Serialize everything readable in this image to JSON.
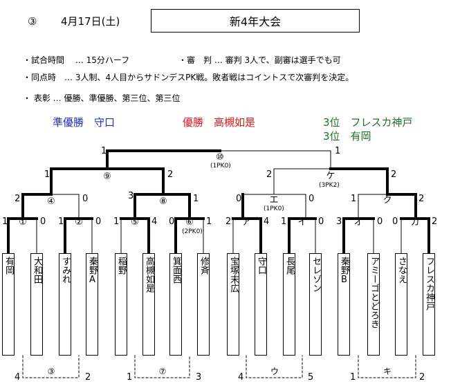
{
  "header": {
    "number": "③",
    "date": "4月17日(土)",
    "title": "新4年大会"
  },
  "rules": {
    "line1a": "・試合時間　 … 15分ハーフ",
    "line1b": "・審　判 … 審判 3人で、副審は選手でも可",
    "line2": "・同点時　… 3人制、4人目からサドンデスPK戦。敗者戦はコイントスで次審判を決定。",
    "line3": "・ 表彰 … 優勝、準優勝、第三位、第三位"
  },
  "results": {
    "runner_up": "準優勝　守口",
    "champion": "優勝　高槻如是",
    "third1": "3位　フレスカ神戸",
    "third2": "3位　有岡",
    "colors": {
      "runner_up": "#1f2fb0",
      "champion": "#e8141b",
      "third": "#1f6f2a"
    }
  },
  "teams": [
    "有岡",
    "大和田",
    "すみれ",
    "秦野A",
    "稲野",
    "高槻如是",
    "箕面西",
    "修斉",
    "宝塚末広",
    "守口",
    "長尾",
    "セレゾン",
    "秦野B",
    "アミーゴとどろき",
    "さなえ",
    "フレスカ神戸"
  ],
  "matches": {
    "m1": {
      "label": "①",
      "left": "1",
      "right": "0"
    },
    "m2": {
      "label": "②",
      "left": "1",
      "right": "0"
    },
    "m3": {
      "label": "⑤",
      "left": "1",
      "right": "4"
    },
    "m4": {
      "label": "⑥",
      "left": "0",
      "right": "1",
      "pk": "(2PK0)"
    },
    "m5": {
      "label": "ア",
      "left": "2",
      "right": "4"
    },
    "m6": {
      "label": "イ",
      "left": "1",
      "right": "0"
    },
    "m7": {
      "label": "オ",
      "left": "3",
      "right": "0"
    },
    "m8": {
      "label": "カ",
      "left": "0",
      "right": "2"
    },
    "q1": {
      "label": "④",
      "left": "2",
      "right": "0"
    },
    "q2": {
      "label": "⑧",
      "left": "3",
      "right": "1"
    },
    "q3": {
      "label": "エ",
      "left": "0",
      "right": "0",
      "pk": "(1PK0)"
    },
    "q4": {
      "label": "ク",
      "left": "1",
      "right": "2"
    },
    "s1": {
      "label": "⑨",
      "left": "1",
      "right": "2"
    },
    "s2": {
      "label": "ケ",
      "left": "2",
      "right": "2",
      "pk": "(3PK2)"
    },
    "f": {
      "label": "⑩",
      "left": "1",
      "right": "1",
      "pk": "(1PK0)"
    }
  },
  "consolation": [
    {
      "label": "③",
      "left": "4",
      "right": "2"
    },
    {
      "label": "⑦",
      "left": "1",
      "right": "3"
    },
    {
      "label": "ウ",
      "left": "4",
      "right": "5"
    },
    {
      "label": "キ",
      "left": "1",
      "right": "2"
    }
  ]
}
